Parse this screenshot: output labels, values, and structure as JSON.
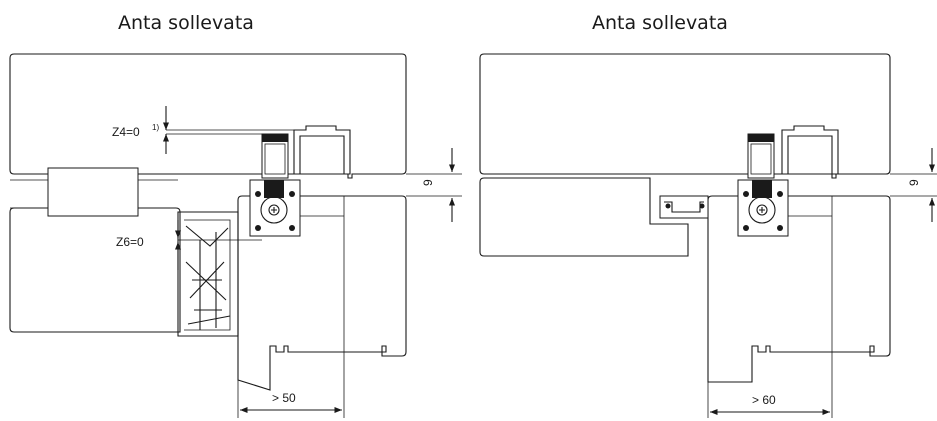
{
  "left_view": {
    "title": "Anta sollevata",
    "label_z4": "Z4=0",
    "label_z4_sup": "1)",
    "label_z6": "Z6=0",
    "dim_gap": "9",
    "dim_overlap": "> 50"
  },
  "right_view": {
    "title": "Anta sollevata",
    "dim_gap": "9",
    "dim_overlap": "> 60"
  }
}
